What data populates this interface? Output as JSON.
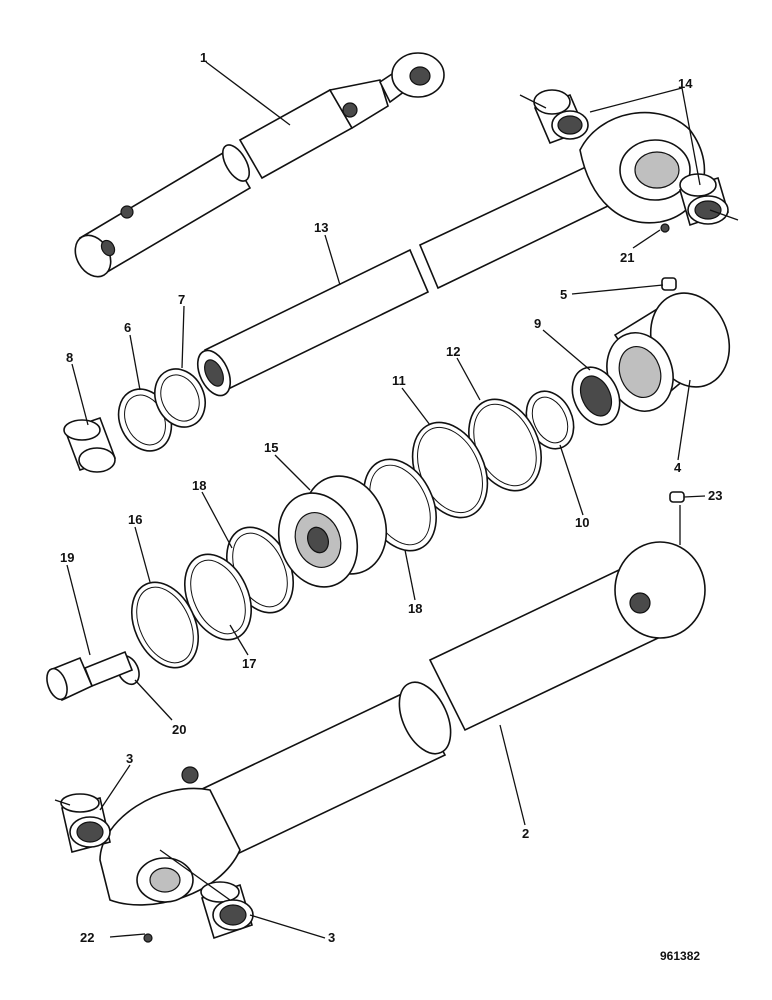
{
  "drawing": {
    "reference_number": "961382",
    "callouts": [
      "1",
      "14",
      "13",
      "21",
      "5",
      "9",
      "7",
      "6",
      "8",
      "12",
      "11",
      "4",
      "15",
      "18",
      "10",
      "23",
      "16",
      "19",
      "18",
      "17",
      "20",
      "3",
      "2",
      "22",
      "3"
    ]
  }
}
